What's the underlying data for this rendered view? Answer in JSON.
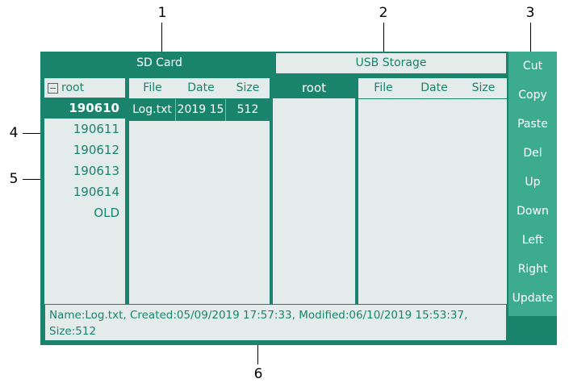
{
  "callouts": [
    {
      "id": "1",
      "label": "1"
    },
    {
      "id": "2",
      "label": "2"
    },
    {
      "id": "3",
      "label": "3"
    },
    {
      "id": "4",
      "label": "4"
    },
    {
      "id": "5",
      "label": "5"
    },
    {
      "id": "6",
      "label": "6"
    }
  ],
  "colors": {
    "primary_green": "#19846b",
    "panel_bg": "#e3ebeb",
    "sidebar_green": "#3dab90",
    "text_on_green": "#ffffff",
    "callout_line": "#000000"
  },
  "tabs": [
    {
      "label": "SD Card",
      "active": true
    },
    {
      "label": "USB Storage",
      "active": false
    }
  ],
  "sd": {
    "tree": {
      "root": {
        "label": "root",
        "icon": "collapse-minus-icon",
        "expanded": true
      },
      "items": [
        {
          "label": "190610",
          "selected": true
        },
        {
          "label": "190611",
          "selected": false
        },
        {
          "label": "190612",
          "selected": false
        },
        {
          "label": "190613",
          "selected": false
        },
        {
          "label": "190614",
          "selected": false
        },
        {
          "label": "OLD",
          "selected": false
        }
      ]
    },
    "files": {
      "columns": [
        "File",
        "Date",
        "Size"
      ],
      "rows": [
        {
          "file": "Log.txt",
          "date": "2019 15",
          "size": "512",
          "selected": true
        }
      ]
    }
  },
  "usb": {
    "tree": {
      "root": {
        "label": "root",
        "selected": true
      },
      "items": []
    },
    "files": {
      "columns": [
        "File",
        "Date",
        "Size"
      ],
      "rows": []
    }
  },
  "sidebar": {
    "buttons": [
      {
        "label": "Cut"
      },
      {
        "label": "Copy"
      },
      {
        "label": "Paste"
      },
      {
        "label": "Del"
      },
      {
        "label": "Up"
      },
      {
        "label": "Down"
      },
      {
        "label": "Left"
      },
      {
        "label": "Right"
      },
      {
        "label": "Update"
      }
    ]
  },
  "status": {
    "text": "Name:Log.txt, Created:05/09/2019 17:57:33, Modified:06/10/2019 15:53:37, Size:512"
  }
}
